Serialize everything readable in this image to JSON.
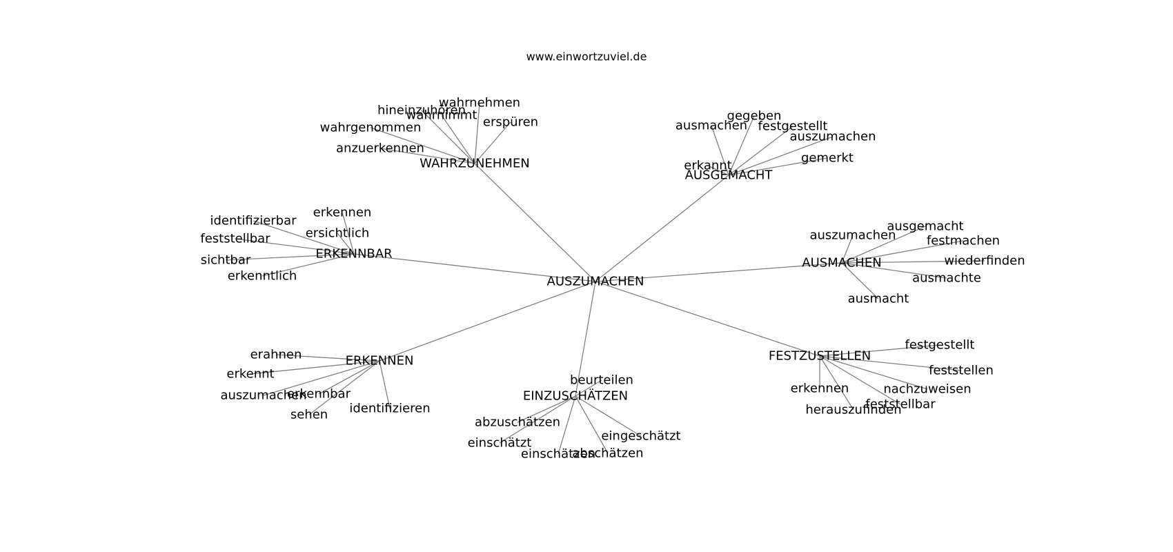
{
  "header": {
    "site_title": "www.einwortzuviel.de"
  },
  "graph": {
    "center": "AUSZUMACHEN",
    "clusters": [
      {
        "hub": "WAHRZUNEHMEN",
        "leaves": [
          "wahrnehmen",
          "hineinzuhören",
          "wahrnimmt",
          "erspüren",
          "wahrgenommen",
          "anzuerkennen"
        ]
      },
      {
        "hub": "AUSGEMACHT",
        "leaves": [
          "gegeben",
          "ausmachen",
          "festgestellt",
          "auszumachen",
          "gemerkt",
          "erkannt"
        ]
      },
      {
        "hub": "ERKENNBAR",
        "leaves": [
          "erkennen",
          "identifizierbar",
          "ersichtlich",
          "feststellbar",
          "sichtbar",
          "erkenntlich"
        ]
      },
      {
        "hub": "AUSMACHEN",
        "leaves": [
          "ausgemacht",
          "auszumachen",
          "festmachen",
          "wiederfinden",
          "ausmachte",
          "ausmacht"
        ]
      },
      {
        "hub": "ERKENNEN",
        "leaves": [
          "erahnen",
          "erkennt",
          "auszumachen",
          "erkennbar",
          "sehen",
          "identifizieren"
        ]
      },
      {
        "hub": "EINZUSCHÄTZEN",
        "leaves": [
          "beurteilen",
          "abzuschätzen",
          "einschätzt",
          "eingeschätzt",
          "einschätzen",
          "abschätzen"
        ]
      },
      {
        "hub": "FESTZUSTELLEN",
        "leaves": [
          "festgestellt",
          "feststellen",
          "nachzuweisen",
          "feststellbar",
          "erkennen",
          "herauszufinden"
        ]
      }
    ]
  }
}
